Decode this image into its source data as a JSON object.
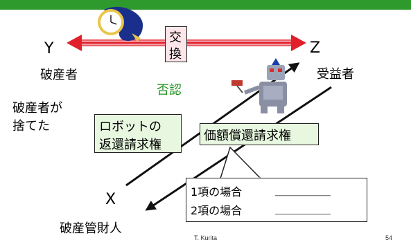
{
  "slide": {
    "label_y": "Y",
    "label_z": "Z",
    "label_x": "X",
    "bankrupt": "破産者",
    "beneficiary": "受益者",
    "exchange_line1": "交",
    "exchange_line2": "換",
    "denial": "否認",
    "discarded_line1": "破産者が",
    "discarded_line2": "捨てた",
    "robot_claim_line1": "ロボットの",
    "robot_claim_line2": "返還請求権",
    "value_claim": "価額償還請求権",
    "case1": "1項の場合",
    "case2": "2項の場合",
    "blank1": "＿＿＿＿＿",
    "blank2": "＿＿＿＿＿",
    "trustee": "破産管財人",
    "author": "T. Kurita",
    "page": "54"
  },
  "colors": {
    "accent_green": "#2e9a2e",
    "arrow_red": "#e0202a"
  }
}
